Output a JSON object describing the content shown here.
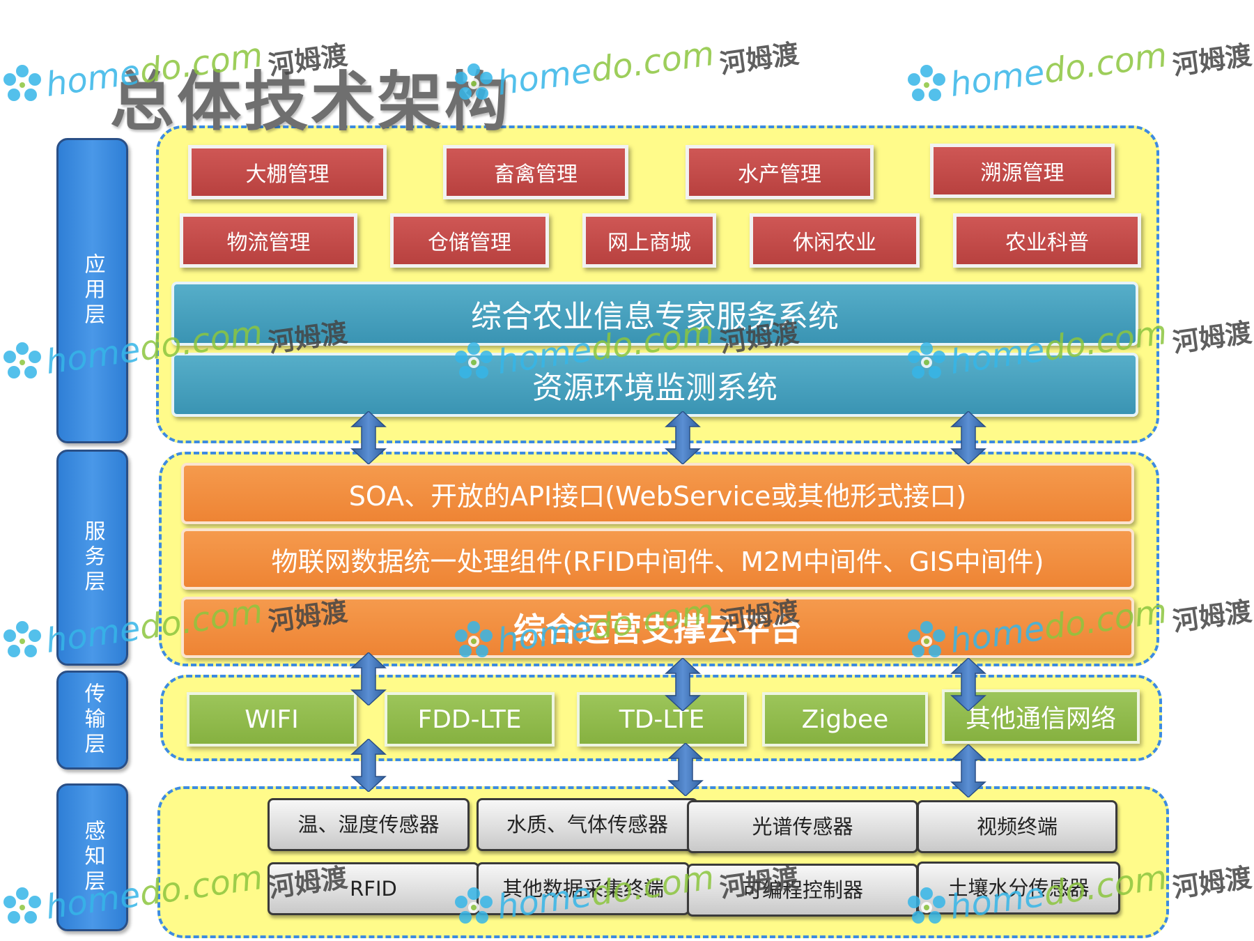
{
  "title": "总体技术架构",
  "layers": [
    {
      "label": "应用层"
    },
    {
      "label": "服务层"
    },
    {
      "label": "传输层"
    },
    {
      "label": "感知层"
    }
  ],
  "application": {
    "row1": [
      "大棚管理",
      "畜禽管理",
      "水产管理",
      "溯源管理"
    ],
    "row2": [
      "物流管理",
      "仓储管理",
      "网上商城",
      "休闲农业",
      "农业科普"
    ],
    "systems": [
      "综合农业信息专家服务系统",
      "资源环境监测系统"
    ]
  },
  "service": {
    "bars": [
      "SOA、开放的API接口(WebService或其他形式接口)",
      "物联网数据统一处理组件(RFID中间件、M2M中间件、GIS中间件)",
      "综合运营支撑云平台"
    ]
  },
  "transport": {
    "items": [
      "WIFI",
      "FDD-LTE",
      "TD-LTE",
      "Zigbee",
      "其他通信网络"
    ]
  },
  "perception": {
    "row1": [
      "温、湿度传感器",
      "水质、气体传感器",
      "光谱传感器",
      "视频终端"
    ],
    "row2": [
      "RFID",
      "其他数据采集终端",
      "可编程控制器",
      "土壤水分传感器"
    ]
  },
  "watermark": {
    "en_prefix": "home",
    "en_suffix": "do.com",
    "cn": "河姆渡"
  },
  "colors": {
    "panel_fill": "#fffb8a",
    "panel_border": "#3d8be0",
    "layer_label": "#3a8ee0",
    "app_box": "#c44b49",
    "teal_bar": "#46a1bf",
    "orange_bar": "#f08c3c",
    "green_box": "#8fba4a",
    "sensor_box": "#d9d9d9",
    "arrow": "#3b6fb6"
  }
}
